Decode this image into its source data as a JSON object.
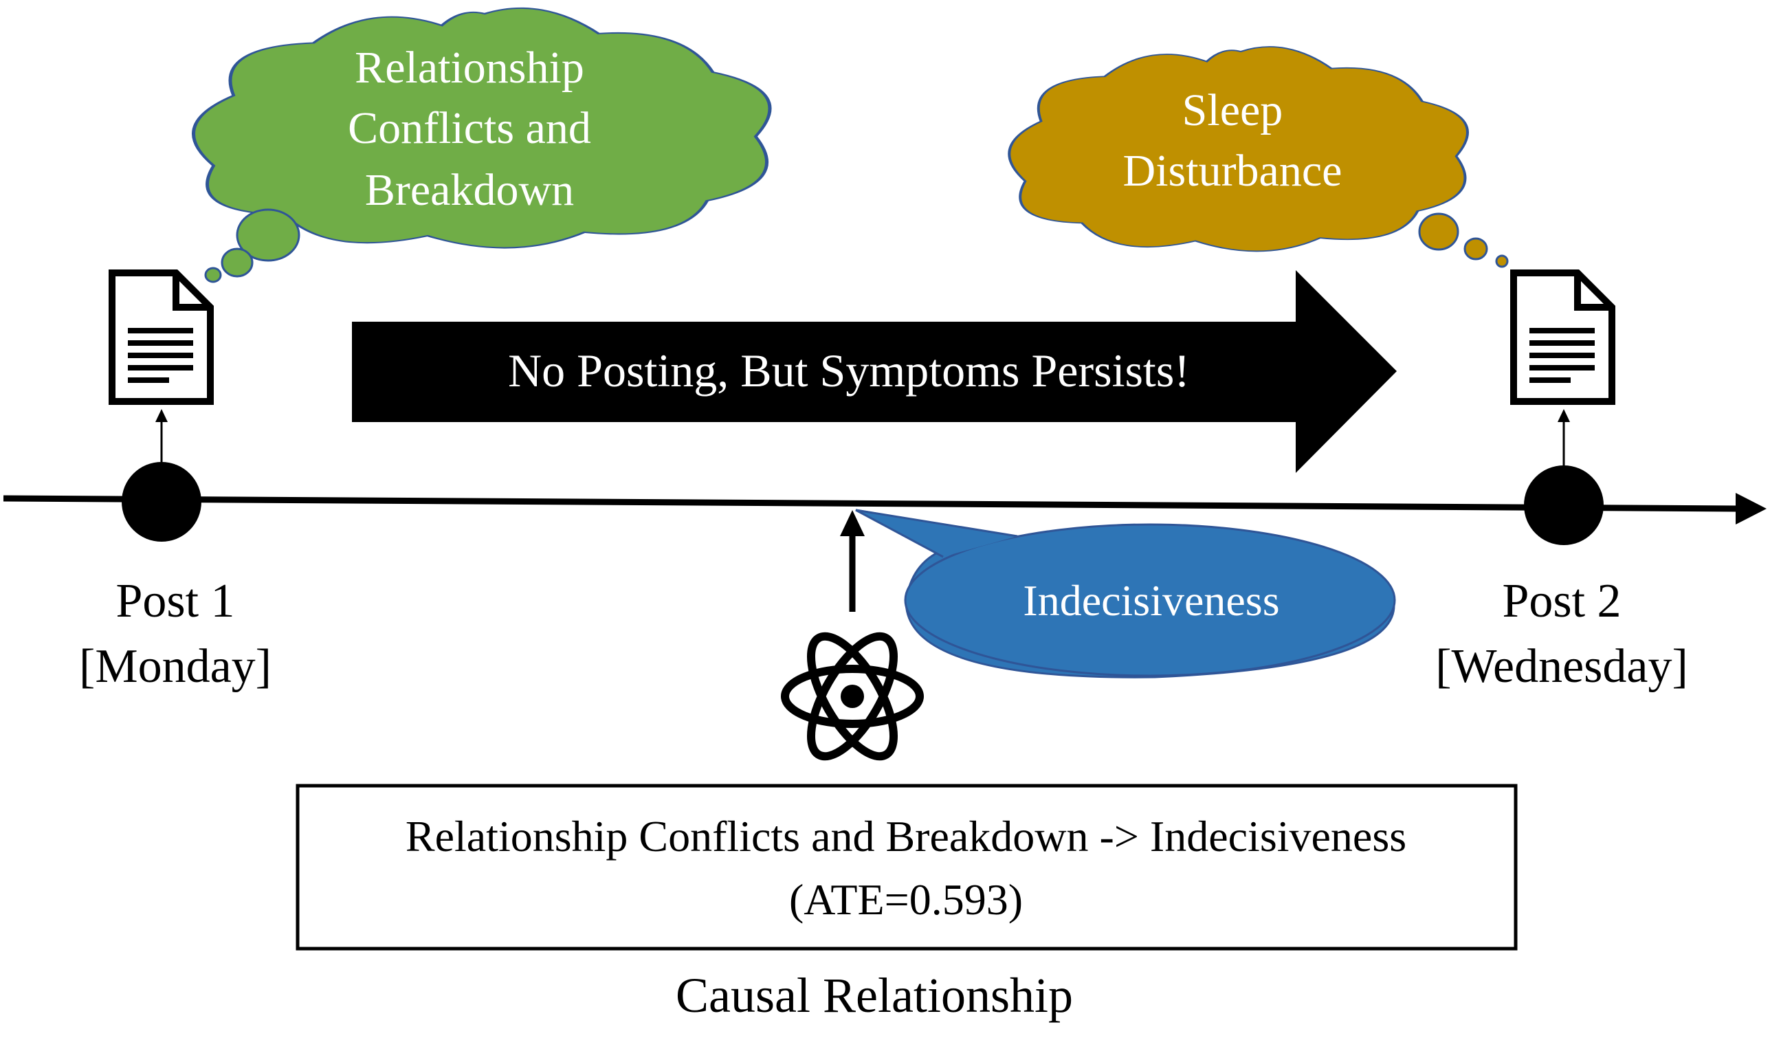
{
  "cloud_left": {
    "lines": [
      "Relationship",
      "Conflicts and",
      "Breakdown"
    ],
    "color": "#70ad47"
  },
  "cloud_right": {
    "lines": [
      "Sleep",
      "Disturbance"
    ],
    "color": "#bf9000"
  },
  "big_arrow": {
    "text": "No Posting, But Symptoms Persists!"
  },
  "speech_bubble": {
    "text": "Indecisiveness",
    "color": "#2e75b6"
  },
  "post1": {
    "title": "Post 1",
    "day": "[Monday]"
  },
  "post2": {
    "title": "Post 2",
    "day": "[Wednesday]"
  },
  "result_box": {
    "line1": "Relationship Conflicts and Breakdown -> Indecisiveness",
    "line2": "(ATE=0.593)"
  },
  "caption": "Causal Relationship",
  "icons": [
    "document-icon",
    "document-icon",
    "atom-icon"
  ]
}
